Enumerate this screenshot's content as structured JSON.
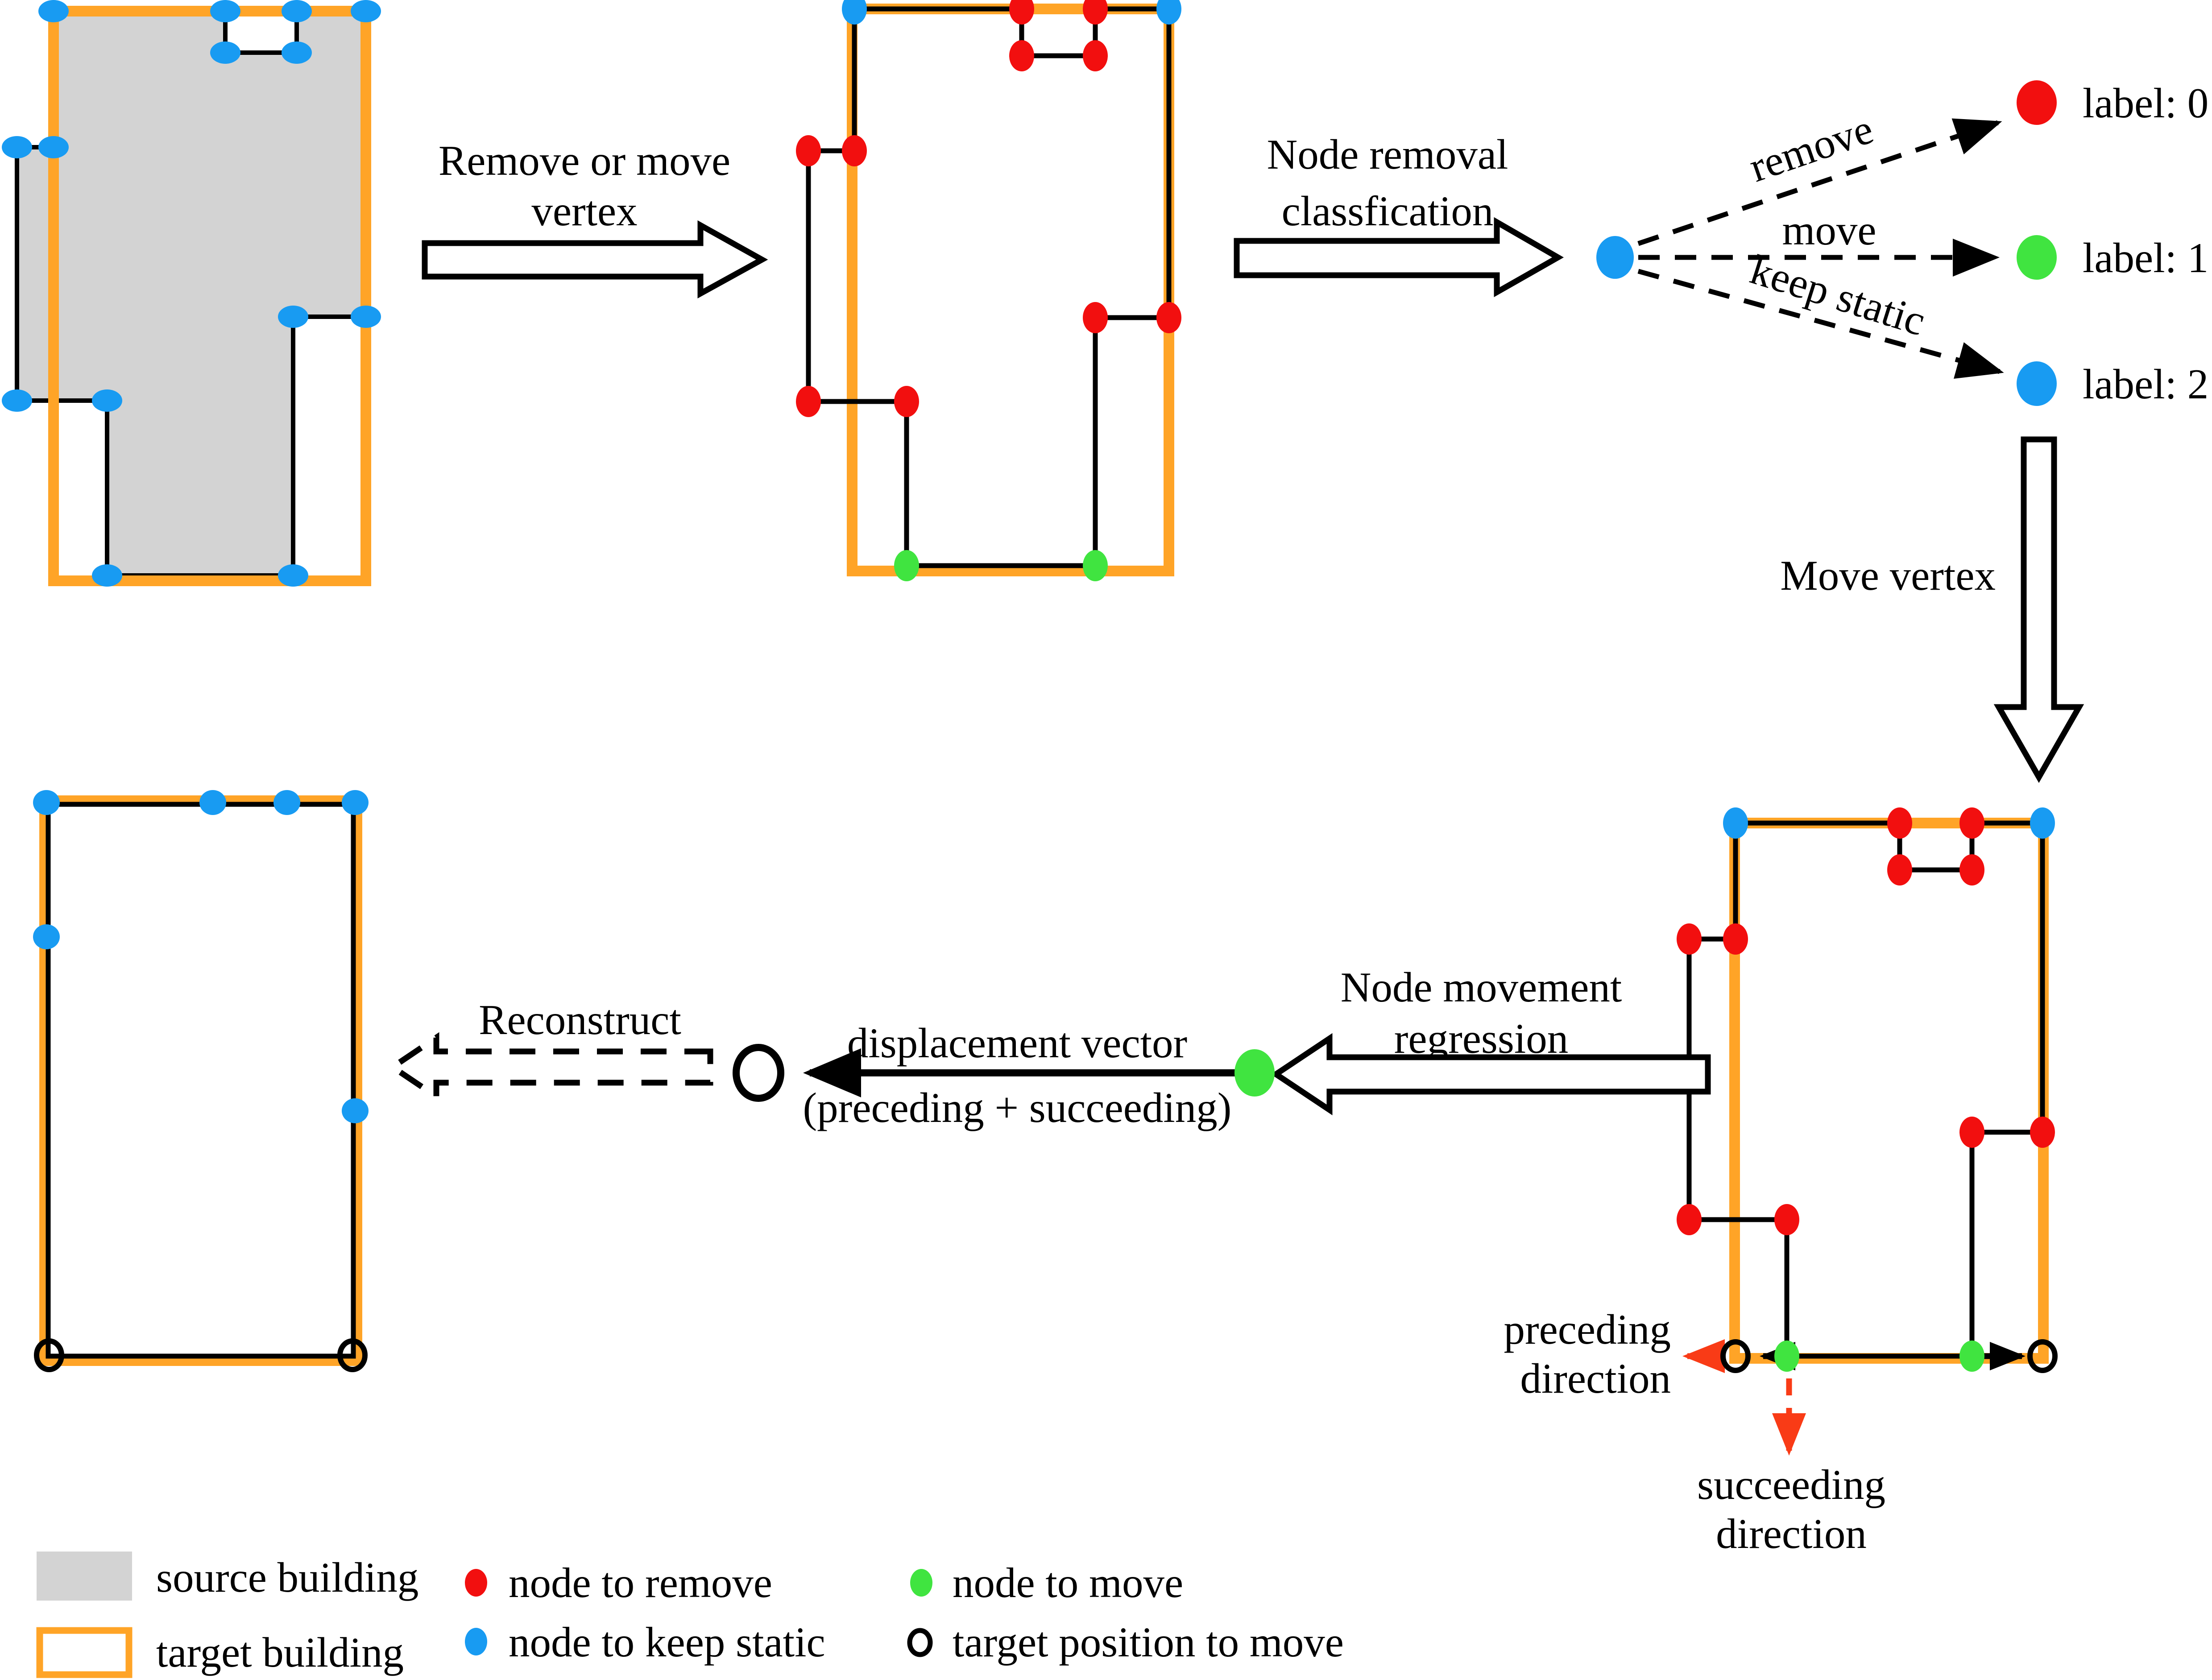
{
  "colors": {
    "source_fill": "#D3D3D3",
    "target_outline": "#FFA427",
    "node_remove": "#F20F0F",
    "node_keep_static": "#189BF2",
    "node_move": "#40E440",
    "direction_arrow": "#F93B16",
    "outline_black": "#000000"
  },
  "steps": {
    "remove_or_move": {
      "line1": "Remove or move",
      "line2": "vertex"
    },
    "node_removal": {
      "line1": "Node removal",
      "line2": "classfication"
    },
    "move_vertex": {
      "label": "Move vertex"
    },
    "node_movement": {
      "line1": "Node movement",
      "line2": "regression"
    },
    "displacement": {
      "line1": "displacement vector",
      "line2": "(preceding + succeeding)"
    },
    "reconstruct": {
      "label": "Reconstruct"
    }
  },
  "classification": {
    "branches": [
      {
        "action": "remove",
        "label": "label: 0"
      },
      {
        "action": "move",
        "label": "label: 1"
      },
      {
        "action": "keep static",
        "label": "label: 2"
      }
    ]
  },
  "directions": {
    "preceding": {
      "line1": "preceding",
      "line2": "direction"
    },
    "succeeding": {
      "line1": "succeeding",
      "line2": "direction"
    }
  },
  "legend": {
    "items": [
      {
        "label": "source building"
      },
      {
        "label": "target building"
      },
      {
        "label": "node to remove"
      },
      {
        "label": "node to keep static"
      },
      {
        "label": "node to move"
      },
      {
        "label": "target position to move"
      }
    ]
  }
}
